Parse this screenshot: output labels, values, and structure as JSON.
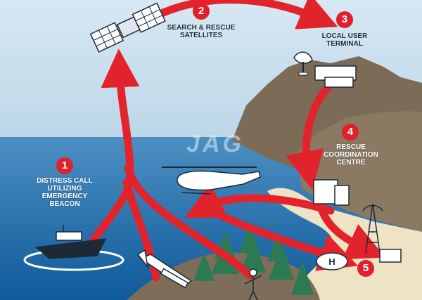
{
  "colors": {
    "sky": "#d4e7f2",
    "sea": "#1d6fae",
    "cliff": "#7a6a58",
    "arrow": "#e3232b",
    "sand": "#efe6c8",
    "tree": "#2c7a52"
  },
  "steps": [
    {
      "num": "1",
      "lines": [
        "DISTRESS CALL",
        "UTILIZING",
        "EMERGENCY",
        "BEACON"
      ]
    },
    {
      "num": "2",
      "lines": [
        "SEARCH & RESCUE",
        "SATELLITES"
      ]
    },
    {
      "num": "3",
      "lines": [
        "LOCAL USER",
        "TERMINAL"
      ]
    },
    {
      "num": "4",
      "lines": [
        "RESCUE",
        "COORDINATION",
        "CENTRE"
      ]
    },
    {
      "num": "5",
      "lines": []
    }
  ],
  "watermark": "JAG",
  "icons": [
    "satellite-icon",
    "ship-icon",
    "helicopter-icon",
    "plane-icon",
    "antenna-dish-icon",
    "building-icon",
    "radio-tower-icon",
    "helipad-icon",
    "person-icon"
  ]
}
